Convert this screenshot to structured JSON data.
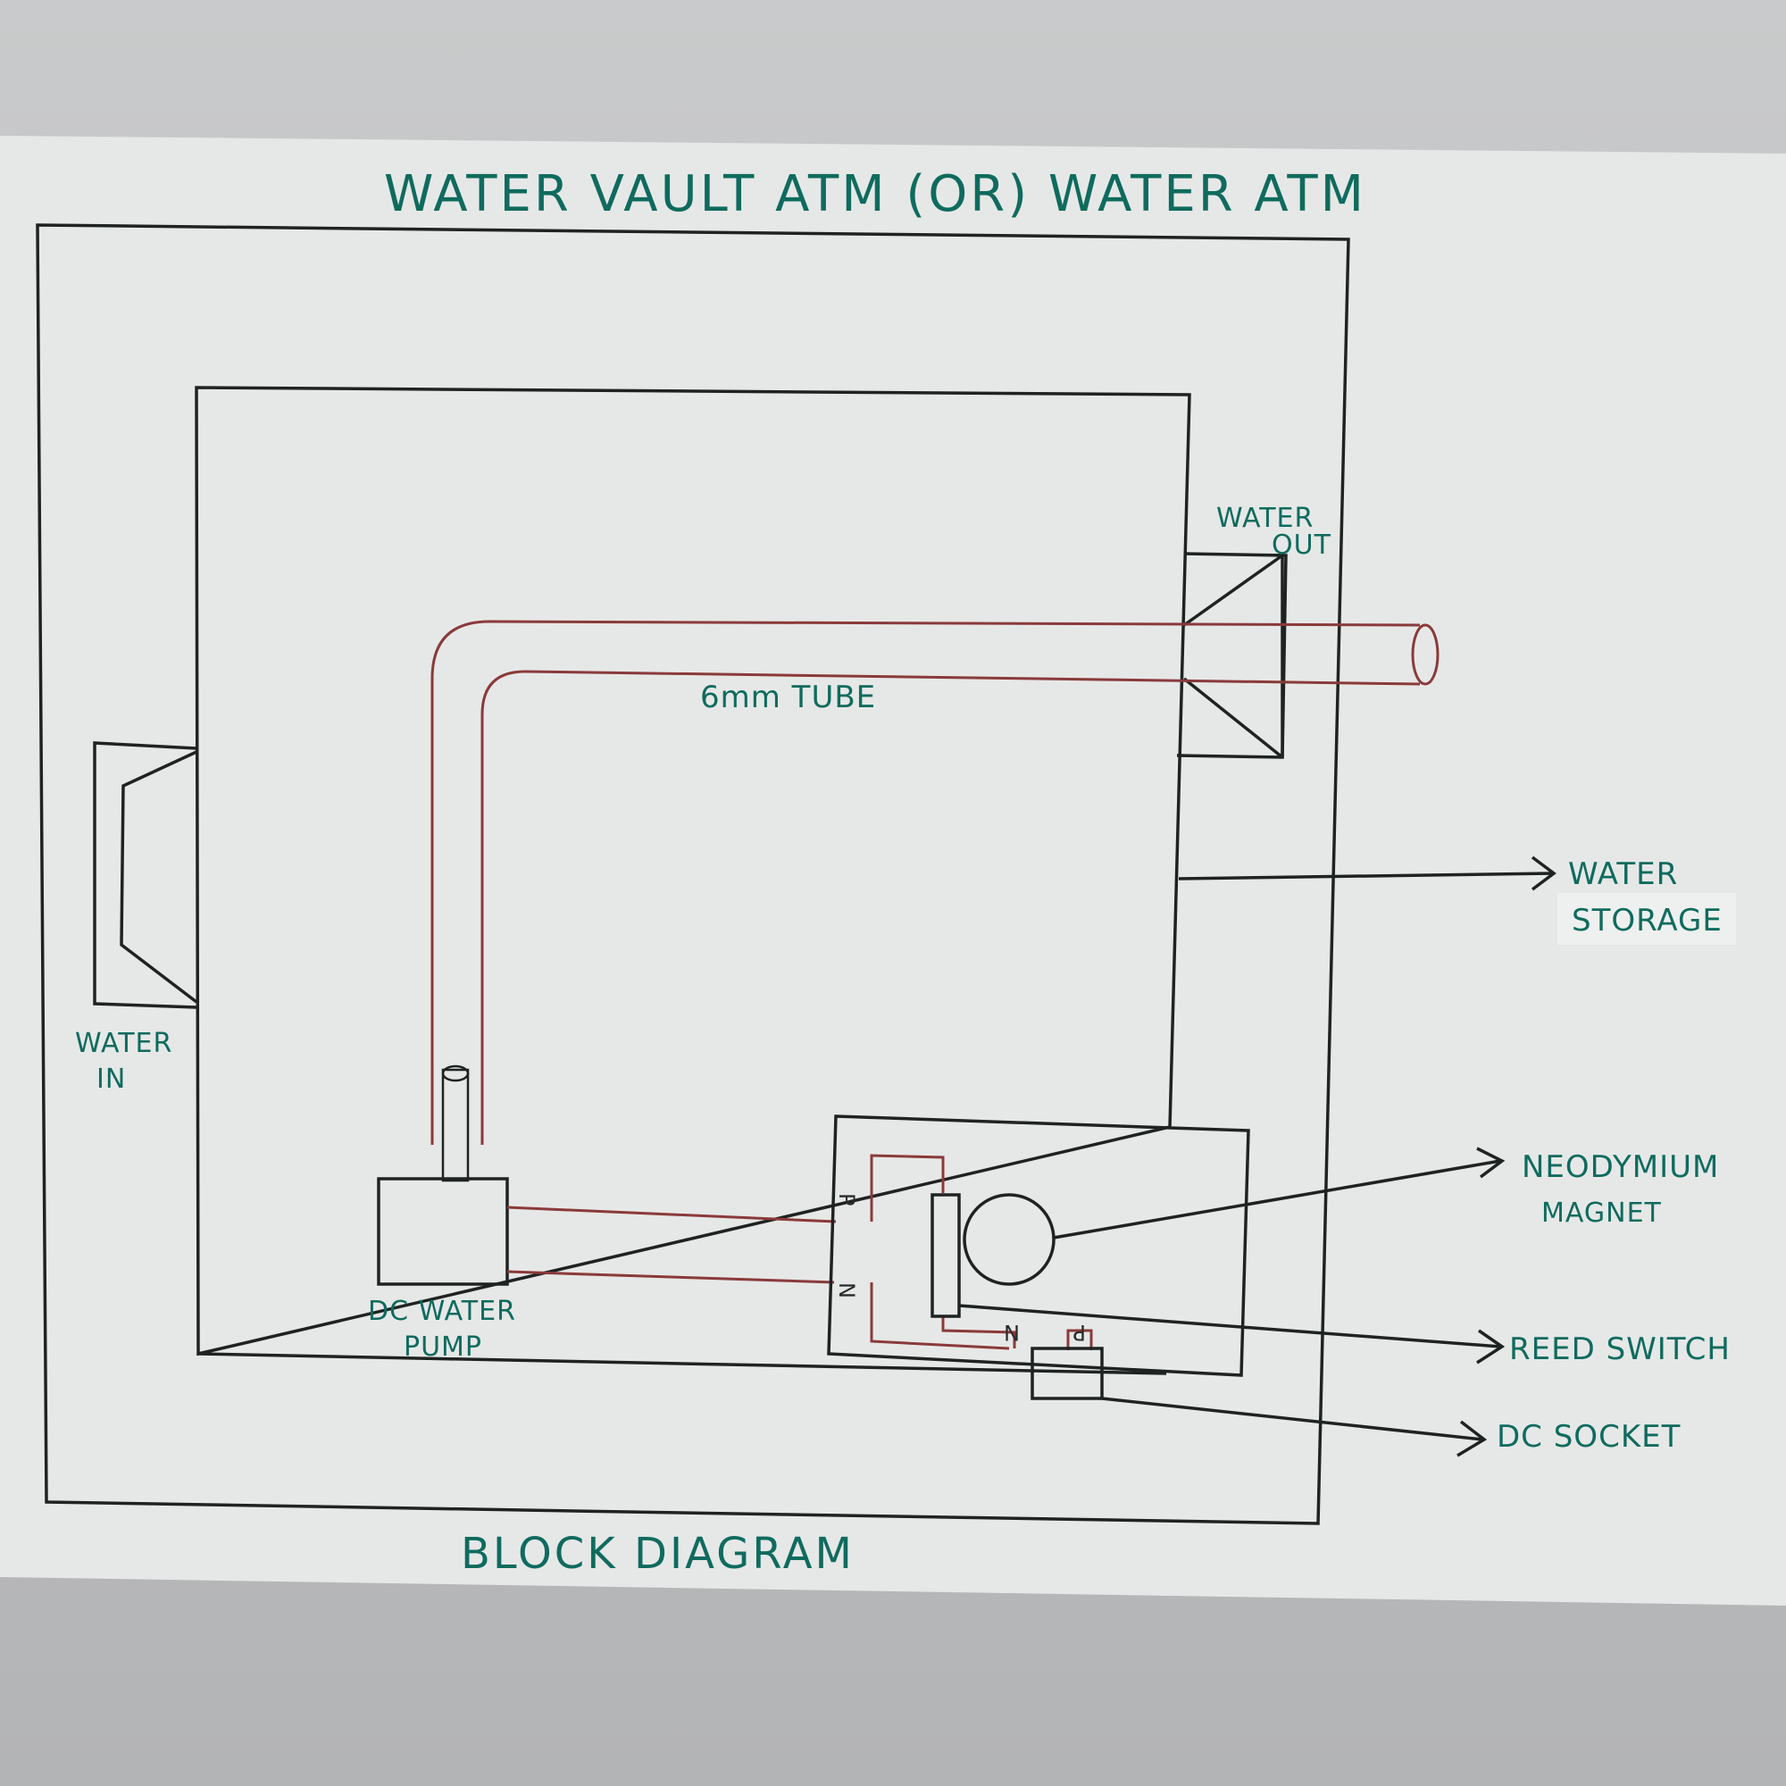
{
  "title": "WATER VAULT ATM (OR) WATER ATM",
  "caption": "BLOCK DIAGRAM",
  "labels": {
    "water_in": [
      "WATER",
      "IN"
    ],
    "water_out": [
      "WATER",
      "OUT"
    ],
    "tube": "6mm TUBE",
    "pump": [
      "DC WATER",
      "PUMP"
    ],
    "water_storage": [
      "WATER",
      "STORAGE"
    ],
    "magnet": [
      "NEODYMIUM",
      "MAGNET"
    ],
    "reed_switch": "REED SWITCH",
    "dc_socket": "DC SOCKET",
    "pole_p": "P",
    "pole_n": "N"
  },
  "colors": {
    "ink_green": "#0f6b5e",
    "ink_black": "#1e2321",
    "ink_red": "#8a3a3a",
    "paper": "#e6e8e7",
    "background": "#c4c5c6"
  }
}
